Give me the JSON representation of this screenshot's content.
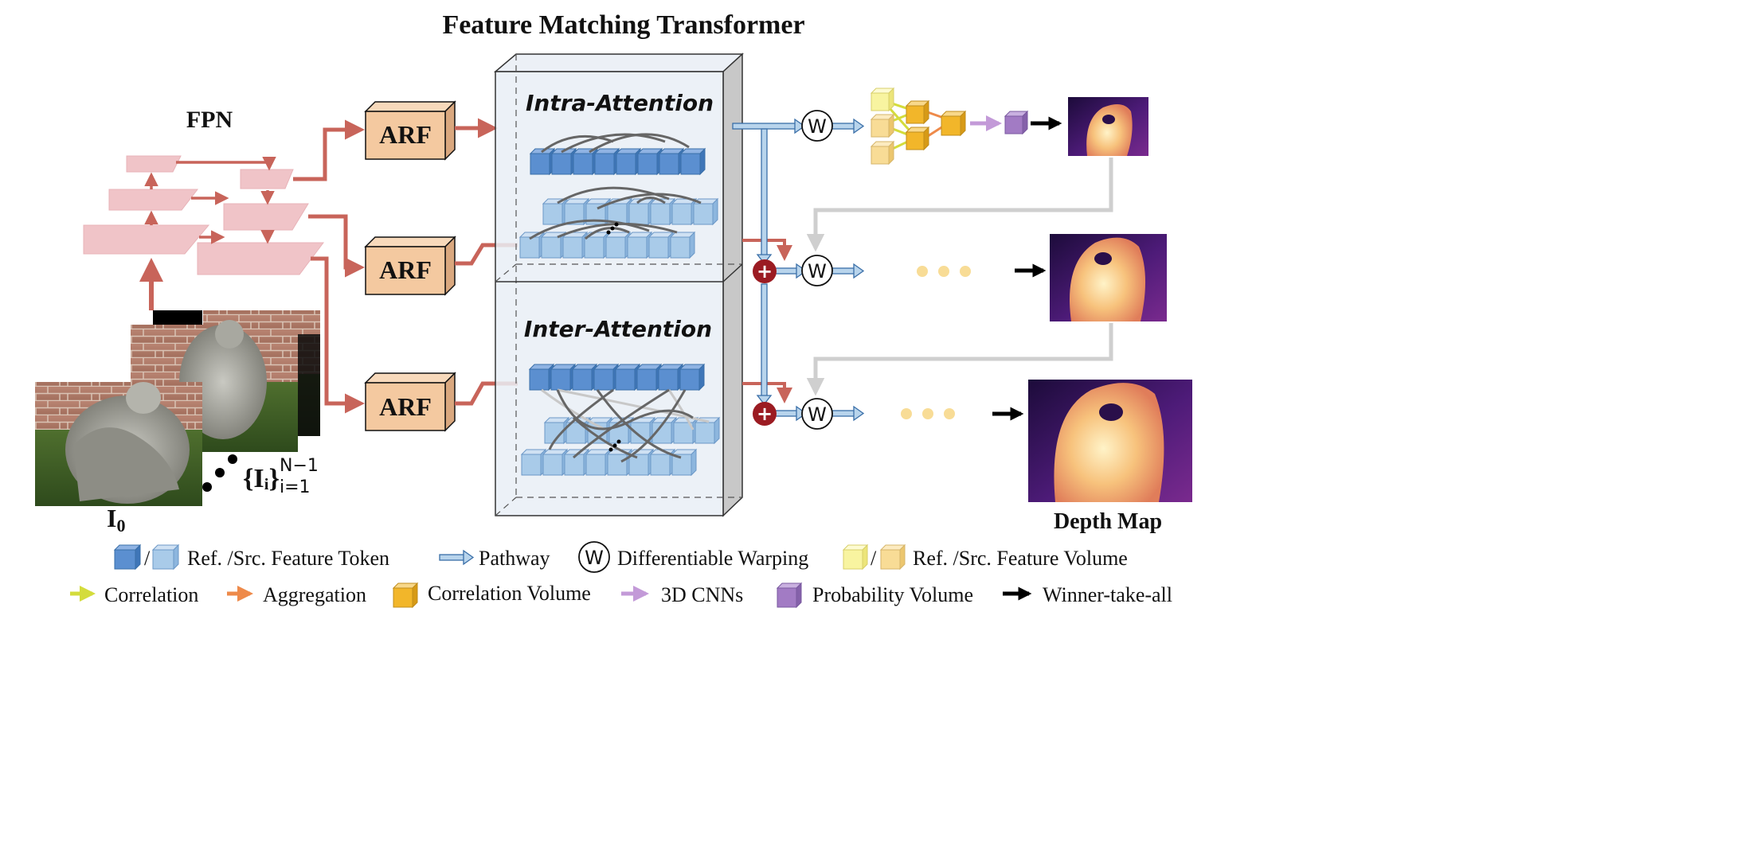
{
  "title": "Feature Matching Transformer",
  "fpn_label": "FPN",
  "arf_labels": [
    "ARF",
    "ARF",
    "ARF"
  ],
  "intra_label": "Intra-Attention",
  "inter_label": "Inter-Attention",
  "warp_symbol": "W",
  "plus_symbol": "+",
  "ellipsis_dots": "• • •",
  "src_images_label": "{Iᵢ}",
  "src_images_sup": "N−1",
  "src_images_sub": "i=1",
  "ref_image_label": "I",
  "ref_image_sub": "0",
  "depth_map_label": "Depth Map",
  "legend": {
    "ref_src_token": "Ref. /Src. Feature Token",
    "slash": "/",
    "pathway": "Pathway",
    "warping": "Differentiable Warping",
    "ref_src_volume": "Ref. /Src. Feature Volume",
    "correlation": "Correlation",
    "aggregation": "Aggregation",
    "correlation_volume": "Correlation Volume",
    "cnns": "3D CNNs",
    "probability_volume": "Probability Volume",
    "wta": "Winner-take-all"
  },
  "colors": {
    "fpn_layer": "#f0c4c8",
    "fpn_arrow": "#c8645a",
    "arf_box": "#f4c9a0",
    "ref_token": "#5b8fd0",
    "src_token": "#a9cbe9",
    "pathway": "#b8d4ec",
    "plus_node": "#9b1b22",
    "correlation": "#d4dc3c",
    "aggregation": "#ee8a4a",
    "correlation_volume": "#f2b62a",
    "cnns": "#c39ad8",
    "probability_volume": "#a27bc4",
    "ref_volume": "#f8f4a0",
    "src_volume": "#f8dc96",
    "feedback": "#cfcfcf"
  }
}
